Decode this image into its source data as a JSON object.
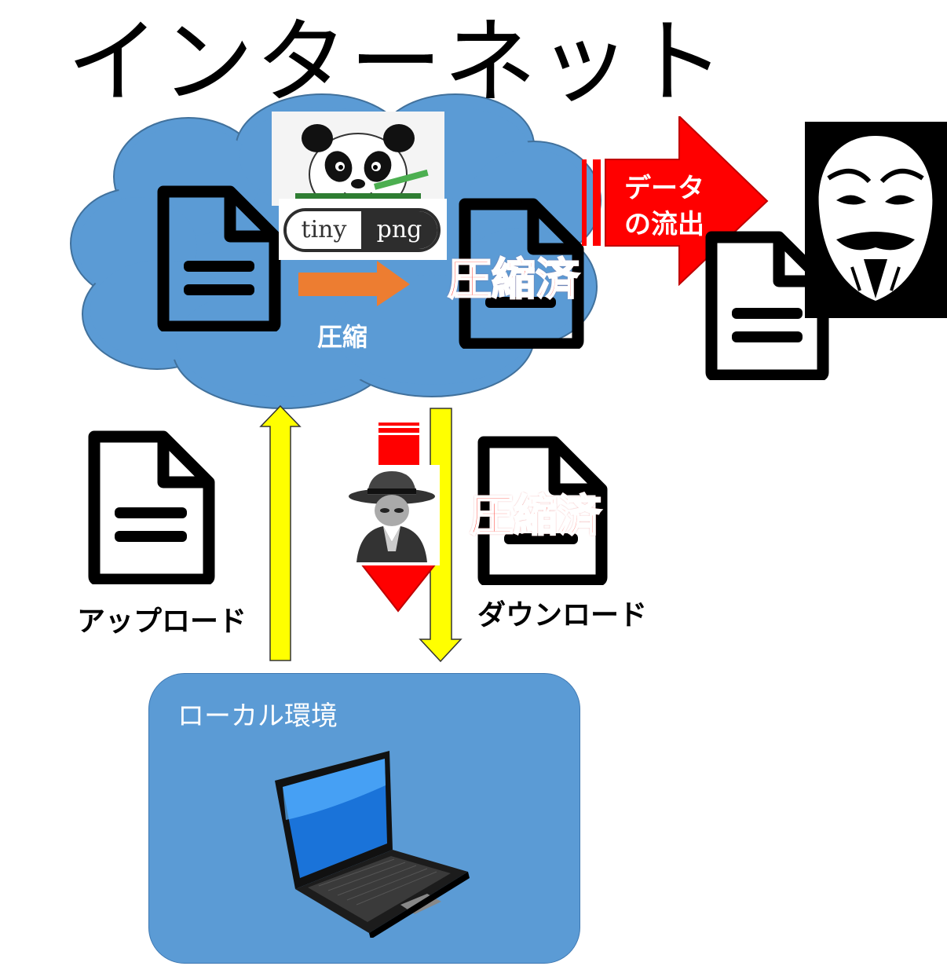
{
  "title": "インターネット",
  "service": {
    "logo_left": "tiny",
    "logo_right": "png"
  },
  "labels": {
    "compress": "圧縮",
    "compressed_cloud": "圧縮済",
    "compressed_download": "圧縮済",
    "leak_line1": "データ",
    "leak_line2": "の流出",
    "upload": "アップロード",
    "download": "ダウンロード",
    "local_env": "ローカル環境"
  },
  "colors": {
    "cloud": "#5b9bd5",
    "transfer_arrow": "#ffff00",
    "leak_arrow": "#ff0000",
    "compress_arrow": "#ed7d31",
    "compressed_text": "#ff3b2f"
  },
  "icons": [
    "document-icon",
    "panda-icon",
    "hacker-icon",
    "anonymous-mask-icon",
    "laptop-icon"
  ]
}
